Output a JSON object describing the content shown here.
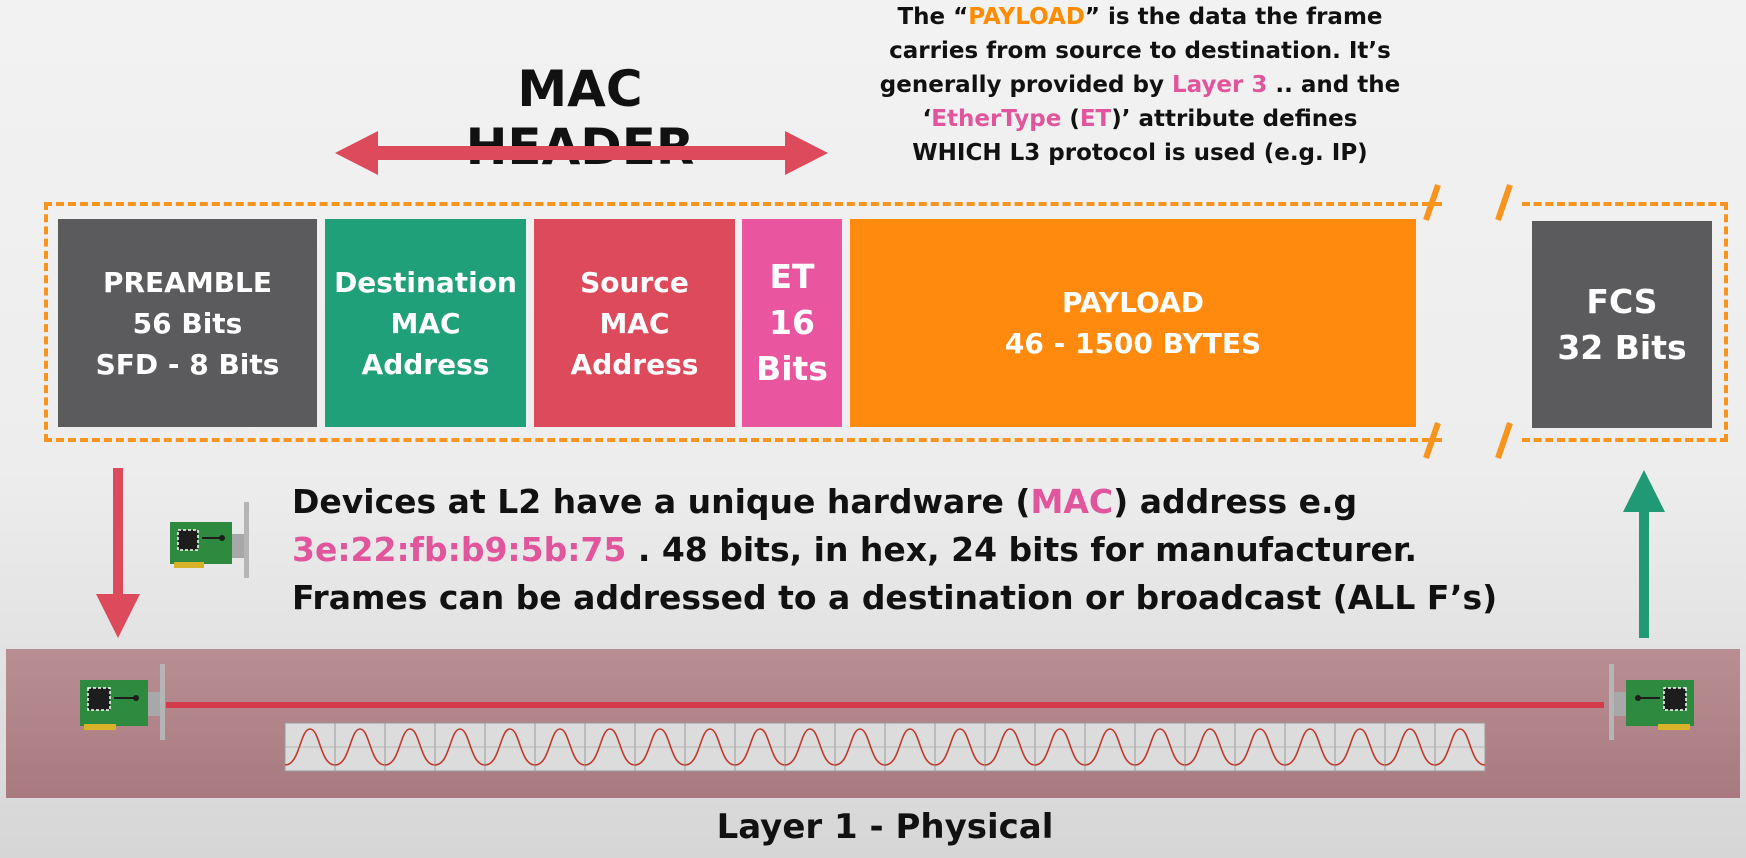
{
  "mac_header": {
    "title": "MAC HEADER"
  },
  "payload_note": {
    "line1_a": "The “",
    "line1_payload": "PAYLOAD",
    "line1_b": "” is the data the frame",
    "line2": "carries from source to destination. It’s",
    "line3_a": "generally provided by ",
    "line3_layer": "Layer 3",
    "line3_b": " .. and the",
    "line4_a": "‘",
    "line4_ethertype": "EtherType",
    "line4_b": " (",
    "line4_et": "ET",
    "line4_c": ")’ attribute defines",
    "line5": "WHICH L3 protocol is used (e.g. IP)"
  },
  "frame": {
    "preamble": [
      "PREAMBLE",
      "56 Bits",
      "SFD - 8 Bits"
    ],
    "destination": [
      "Destination",
      "MAC",
      "Address"
    ],
    "source": [
      "Source",
      "MAC",
      "Address"
    ],
    "et": [
      "ET",
      "16",
      "Bits"
    ],
    "payload": [
      "PAYLOAD",
      "46 - 1500 BYTES"
    ],
    "fcs": [
      "FCS",
      "32 Bits"
    ]
  },
  "devices_text": {
    "line1_a": "Devices at L2 have a unique hardware (",
    "line1_mac": "MAC",
    "line1_b": ") address e.g",
    "line2_addr": "3e:22:fb:b9:5b:75",
    "line2_b": " . 48 bits, in hex, 24 bits for manufacturer.",
    "line3": "Frames can be addressed to a destination or broadcast (ALL F’s)"
  },
  "physical": {
    "label": "Layer 1 - Physical"
  },
  "colors": {
    "preamble": "#5b5b5d",
    "destination": "#20a079",
    "source": "#dc4a5b",
    "et": "#ea559f",
    "payload": "#ff8a0d",
    "fcs": "#5b5b5d",
    "frame_border": "#f7941d",
    "arrow_red": "#dc4a5b",
    "arrow_green": "#1f9a74",
    "nic_green": "#2e8a3e"
  },
  "icons": [
    "double-arrow-icon",
    "down-arrow-icon",
    "up-arrow-icon",
    "nic-card-icon",
    "signal-wave-icon"
  ]
}
